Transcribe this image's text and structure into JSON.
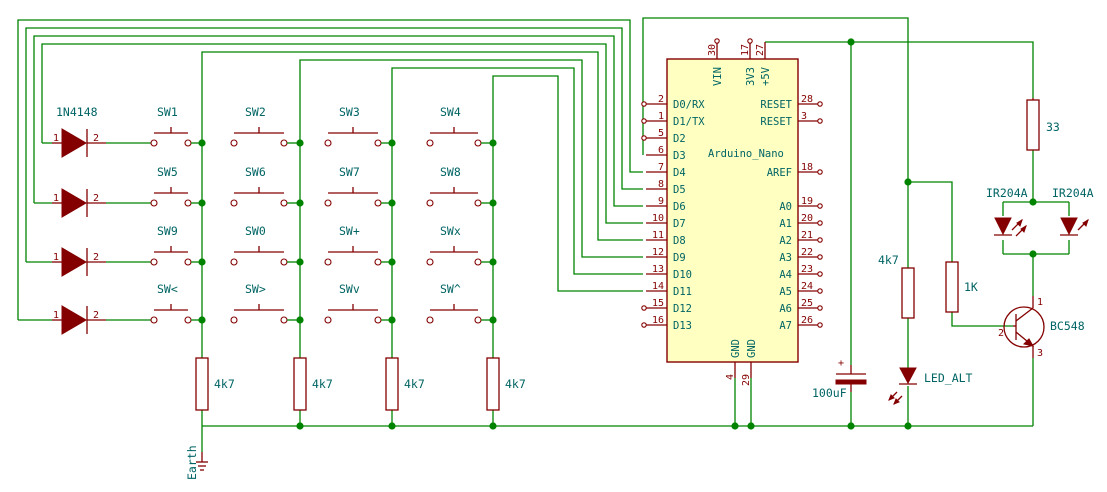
{
  "diodes": {
    "part": "1N4148",
    "pin_left": "1",
    "pin_right": "2"
  },
  "switches": [
    "SW1",
    "SW2",
    "SW3",
    "SW4",
    "SW5",
    "SW6",
    "SW7",
    "SW8",
    "SW9",
    "SW0",
    "SW+",
    "SWx",
    "SW<",
    "SW>",
    "SWv",
    "SW^"
  ],
  "pulldowns": [
    "4k7",
    "4k7",
    "4k7",
    "4k7"
  ],
  "earth_label": "Earth",
  "mcu": {
    "name": "Arduino_Nano",
    "top_pins": [
      {
        "num": "30",
        "name": "VIN"
      },
      {
        "num": "17",
        "name": "3V3"
      },
      {
        "num": "27",
        "name": "+5V"
      }
    ],
    "left_pins": [
      {
        "num": "2",
        "name": "D0/RX"
      },
      {
        "num": "1",
        "name": "D1/TX"
      },
      {
        "num": "5",
        "name": "D2"
      },
      {
        "num": "6",
        "name": "D3"
      },
      {
        "num": "7",
        "name": "D4"
      },
      {
        "num": "8",
        "name": "D5"
      },
      {
        "num": "9",
        "name": "D6"
      },
      {
        "num": "10",
        "name": "D7"
      },
      {
        "num": "11",
        "name": "D8"
      },
      {
        "num": "12",
        "name": "D9"
      },
      {
        "num": "13",
        "name": "D10"
      },
      {
        "num": "14",
        "name": "D11"
      },
      {
        "num": "15",
        "name": "D12"
      },
      {
        "num": "16",
        "name": "D13"
      }
    ],
    "right_pins": [
      {
        "num": "28",
        "name": "RESET"
      },
      {
        "num": "3",
        "name": "RESET"
      },
      {
        "num": "18",
        "name": "AREF"
      },
      {
        "num": "19",
        "name": "A0"
      },
      {
        "num": "20",
        "name": "A1"
      },
      {
        "num": "21",
        "name": "A2"
      },
      {
        "num": "22",
        "name": "A3"
      },
      {
        "num": "23",
        "name": "A4"
      },
      {
        "num": "24",
        "name": "A5"
      },
      {
        "num": "25",
        "name": "A6"
      },
      {
        "num": "26",
        "name": "A7"
      }
    ],
    "bottom_pins": [
      {
        "num": "4",
        "name": "GND"
      },
      {
        "num": "29",
        "name": "GND"
      }
    ]
  },
  "capacitor": {
    "value": "100uF",
    "polarity": "+"
  },
  "led_resistor": "4k7",
  "led": "LED_ALT",
  "base_resistor": "1K",
  "ir_resistor": "33",
  "ir_leds": [
    "IR204A",
    "IR204A"
  ],
  "transistor": {
    "part": "BC548",
    "pins": [
      "1",
      "2",
      "3"
    ]
  }
}
